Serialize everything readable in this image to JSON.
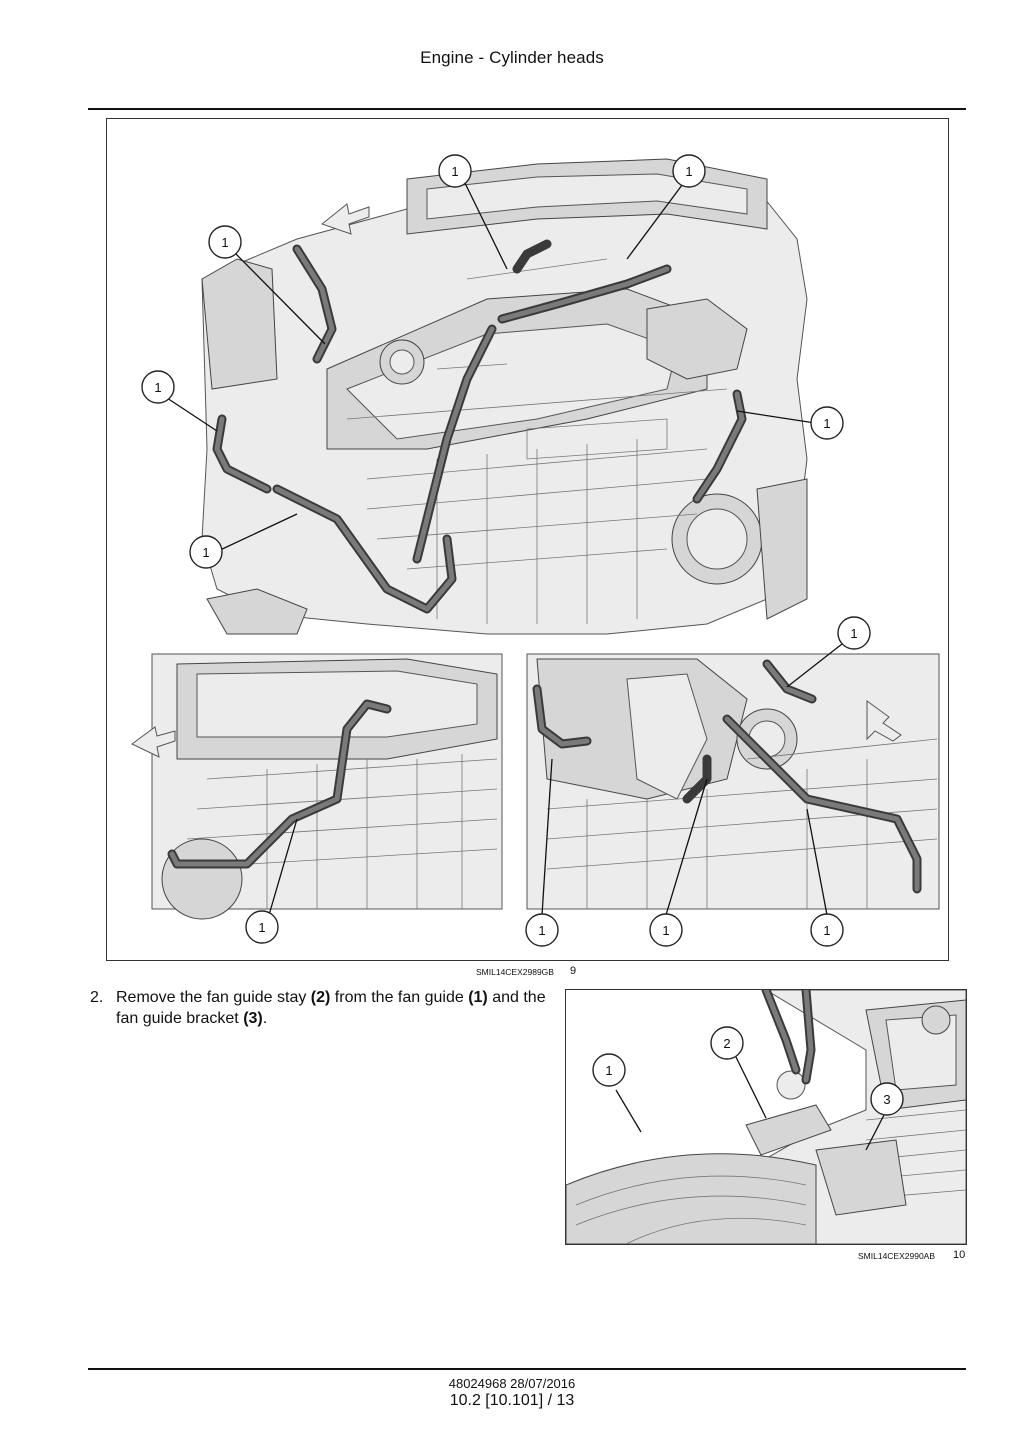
{
  "header": {
    "title": "Engine - Cylinder heads"
  },
  "figure1": {
    "reference": "SMIL14CEX2989GB",
    "number": "9",
    "callouts": [
      "1",
      "1",
      "1",
      "1",
      "1",
      "1",
      "1",
      "1",
      "1",
      "1",
      "1"
    ]
  },
  "step": {
    "number": "2.",
    "text_part1": "Remove the fan guide stay ",
    "ref2": "(2)",
    "text_part2": " from the fan guide ",
    "ref1": "(1)",
    "text_part3": " and the fan guide bracket ",
    "ref3": "(3)",
    "text_part4": "."
  },
  "figure2": {
    "reference": "SMIL14CEX2990AB",
    "number": "10",
    "callouts": [
      "1",
      "2",
      "3"
    ]
  },
  "footer": {
    "doc_id_date": "48024968 28/07/2016",
    "page_ref": "10.2 [10.101] / 13"
  }
}
